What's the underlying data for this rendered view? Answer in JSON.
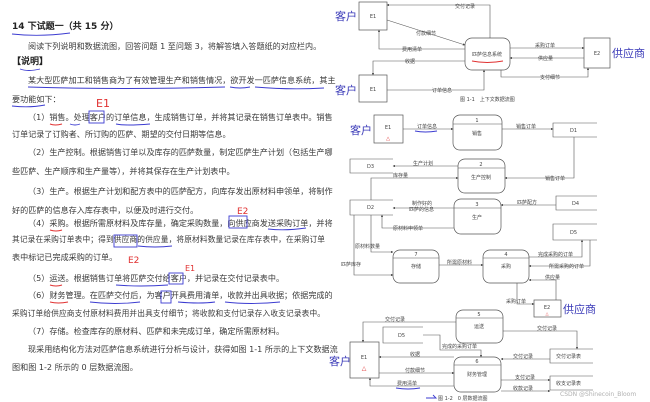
{
  "text": {
    "lines": [
      "14 下试题一（共 15 分）",
      "阅读下列说明和数据流图，回答问题 1 至问题 3，将解答填入答题纸的对应栏内。",
      "【说明】",
      "某大型匹萨加工和销售商为了有效管理生产和销售情况，欲开发一匹萨信息系统，其主",
      "要功能如下：",
      "（1）销售。处理客户的订单信息，生成销售订单，并将其记录在销售订单表中。销售",
      "订单记录了订购者、所订购的匹萨、期望的交付日期等信息。",
      "（2）生产控制。根据销售订单以及库存的匹萨数量，制定匹萨生产计划（包括生产哪",
      "些匹萨、生产顺序和生产量等），并将其保存在生产计划表中。",
      "（3）生产。根据生产计划和配方表中的匹萨配方，向库存发出原材料申领单，将制作",
      "好的匹萨的信息存入库存表中，以便及时进行交付。",
      "（4）采购。根据所需原材料及库存量，确定采购数量，向供应商发送采购订单，并将",
      "其记录在采购订单表中；得到供应商的供应量，将原材料数量记录在库存表中，在采购订单",
      "表中标记已完成采购的订单。",
      "（5）运送。根据销售订单将匹萨交付给客户，并记录在交付记录表中。",
      "（6）财务管理。在匹萨交付后，为客户开具费用清单，收款并出具收据；依据完成的",
      "采购订单给供应商支付原材料费用并出具支付细节；将收款和支付记录存入收支记录表中。",
      "（7）存储。检查库存的原材料、匹萨和未完成订单，确定所需原材料。",
      "现采用结构化方法对匹萨信息系统进行分析与设计，获得如图 1-1 所示的上下文数据流",
      "图和图 1-2 所示的 0 层数据流图。"
    ],
    "annotations": [
      "E1",
      "E2",
      "E2",
      "E1"
    ]
  },
  "fig1": {
    "e1": "E1",
    "e2": "E2",
    "system": "匹萨信息系统",
    "customer": "客户",
    "supplier": "供应商",
    "flows": [
      "交付记录",
      "付款细节",
      "费用清单",
      "收据",
      "订单信息",
      "采购订单",
      "供应量",
      "支付细节"
    ],
    "caption": "图 1-1　上下文数据流图"
  },
  "fig2": {
    "entities": {
      "e1": "E1",
      "e2": "E2",
      "customer": "客户",
      "supplier": "供应商",
      "marker": "△"
    },
    "processes": [
      {
        "no": "1",
        "name": "销售"
      },
      {
        "no": "2",
        "name": "生产控制"
      },
      {
        "no": "3",
        "name": "生产"
      },
      {
        "no": "4",
        "name": "采购"
      },
      {
        "no": "5",
        "name": "运送"
      },
      {
        "no": "6",
        "name": "财务管理"
      },
      {
        "no": "7",
        "name": "存储"
      }
    ],
    "stores": [
      "D1",
      "D2",
      "D3",
      "D4",
      "D5",
      "D5",
      "交付记录表",
      "收支记录表"
    ],
    "flows": [
      "订单信息",
      "销售订单",
      "生产计划",
      "库存量",
      "销售订单",
      "制作好的",
      "匹萨的信息",
      "匹萨配方",
      "原材料申领单",
      "原材料数量",
      "匹萨库存",
      "所需原材料",
      "完成采购的订单",
      "所需采购的订单",
      "供应量",
      "采购订单",
      "交付记录",
      "交付记录",
      "完成的采购订单",
      "收据",
      "付款细节",
      "费用清单",
      "交付记录",
      "支付记录",
      "收款记录"
    ],
    "caption": "图 1-2　0 层数据流图"
  },
  "watermark": "CSDN @Shinecoin_Bloom"
}
